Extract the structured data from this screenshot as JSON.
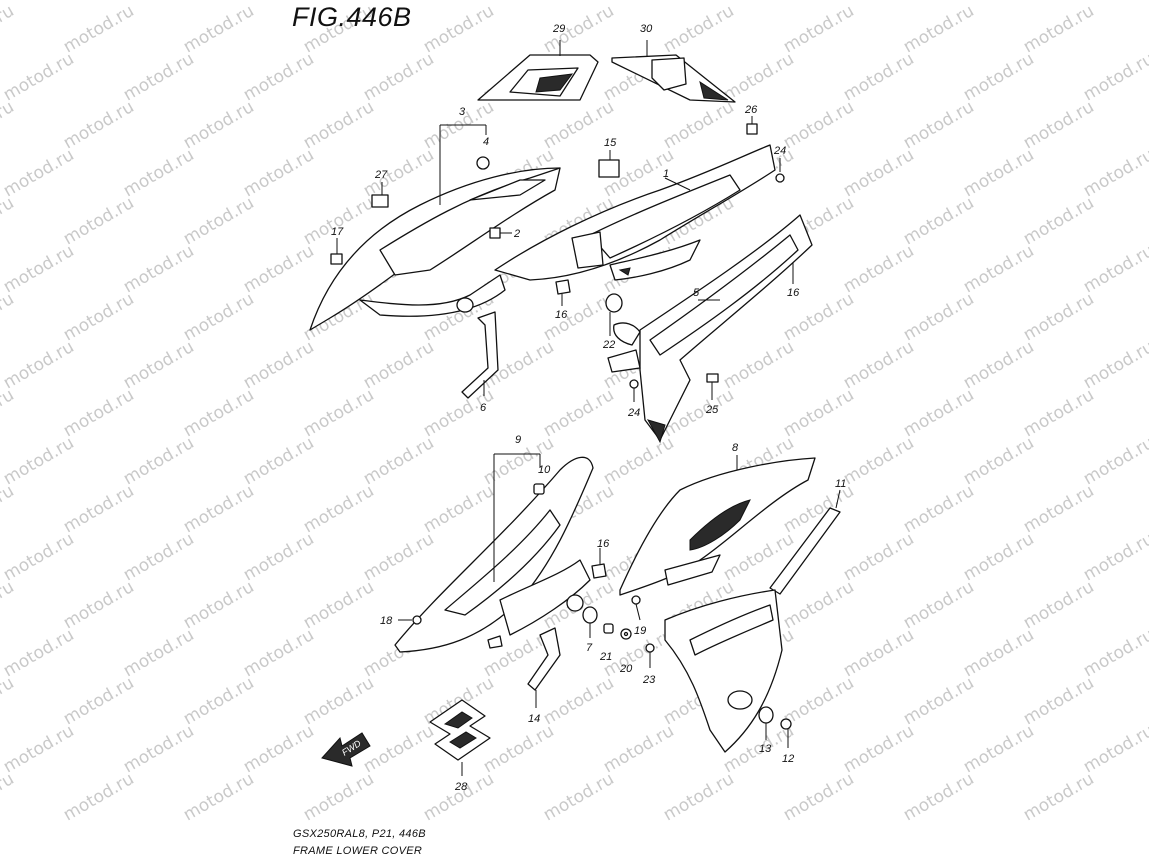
{
  "figure": {
    "title": "FIG.446B",
    "model_code": "GSX250RAL8, P21, 446B",
    "section_name": "FRAME LOWER COVER",
    "watermark_text": "motod.ru",
    "fwd_label": "FWD"
  },
  "callouts": [
    {
      "id": "c29",
      "label": "29"
    },
    {
      "id": "c30",
      "label": "30"
    },
    {
      "id": "c26",
      "label": "26"
    },
    {
      "id": "c3",
      "label": "3"
    },
    {
      "id": "c4",
      "label": "4"
    },
    {
      "id": "c15",
      "label": "15"
    },
    {
      "id": "c1",
      "label": "1"
    },
    {
      "id": "c24a",
      "label": "24"
    },
    {
      "id": "c27",
      "label": "27"
    },
    {
      "id": "c2",
      "label": "2"
    },
    {
      "id": "c17",
      "label": "17"
    },
    {
      "id": "c16a",
      "label": "16"
    },
    {
      "id": "c16b",
      "label": "16"
    },
    {
      "id": "c5",
      "label": "5"
    },
    {
      "id": "c22",
      "label": "22"
    },
    {
      "id": "c6",
      "label": "6"
    },
    {
      "id": "c24b",
      "label": "24"
    },
    {
      "id": "c25",
      "label": "25"
    },
    {
      "id": "c9",
      "label": "9"
    },
    {
      "id": "c10",
      "label": "10"
    },
    {
      "id": "c8",
      "label": "8"
    },
    {
      "id": "c11",
      "label": "11"
    },
    {
      "id": "c16c",
      "label": "16"
    },
    {
      "id": "c18",
      "label": "18"
    },
    {
      "id": "c7",
      "label": "7"
    },
    {
      "id": "c19",
      "label": "19"
    },
    {
      "id": "c21",
      "label": "21"
    },
    {
      "id": "c20",
      "label": "20"
    },
    {
      "id": "c23",
      "label": "23"
    },
    {
      "id": "c14",
      "label": "14"
    },
    {
      "id": "c13",
      "label": "13"
    },
    {
      "id": "c12",
      "label": "12"
    },
    {
      "id": "c28",
      "label": "28"
    }
  ]
}
